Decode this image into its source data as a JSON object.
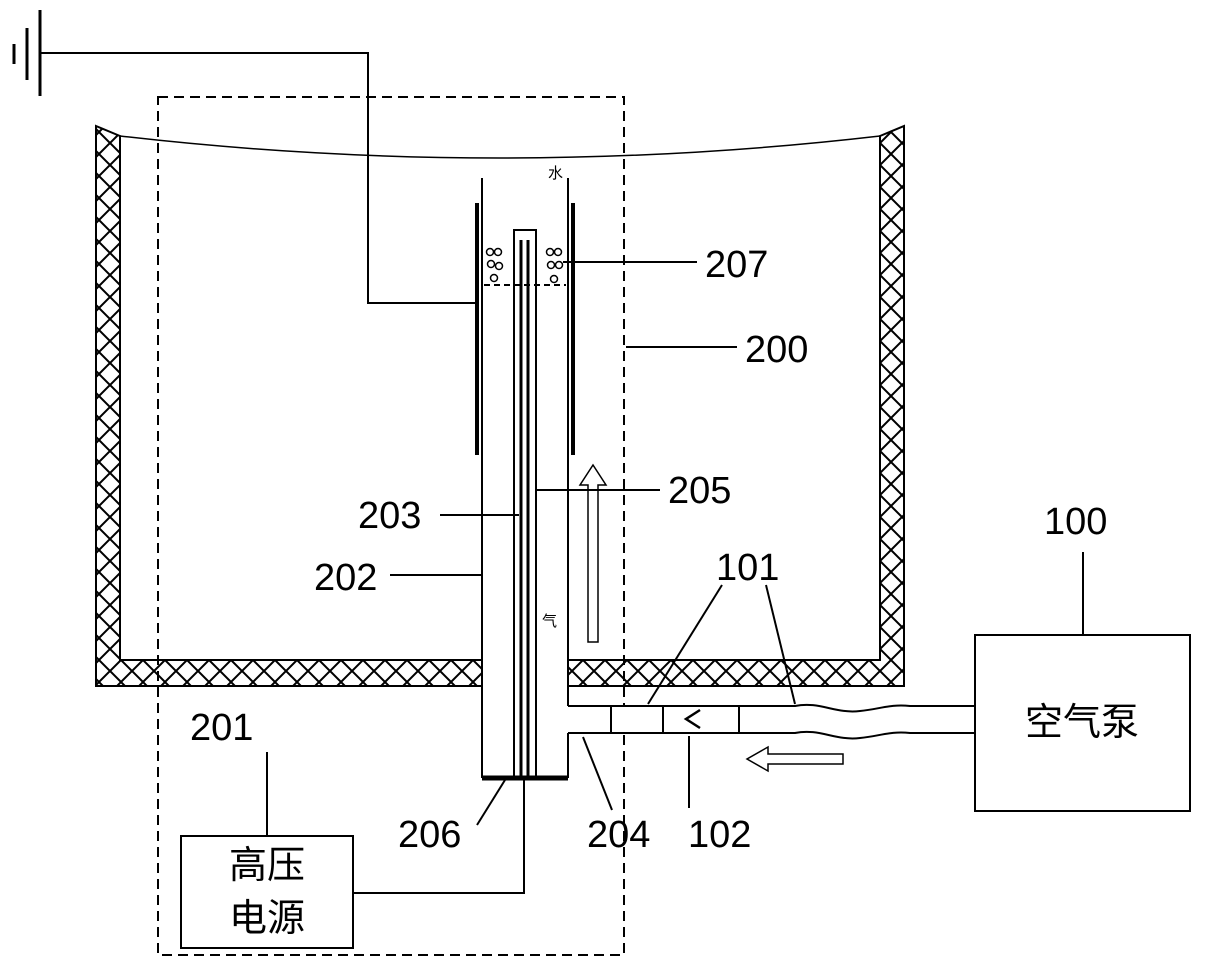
{
  "labels": {
    "n100": "100",
    "n101": "101",
    "n102": "102",
    "n200": "200",
    "n201": "201",
    "n202": "202",
    "n203": "203",
    "n204": "204",
    "n205": "205",
    "n206": "206",
    "n207": "207"
  },
  "air_pump": {
    "label": "空气泵"
  },
  "power_supply": {
    "line1": "高压",
    "line2": "电源"
  },
  "tank_marks": {
    "water": "水",
    "gas": "气"
  }
}
